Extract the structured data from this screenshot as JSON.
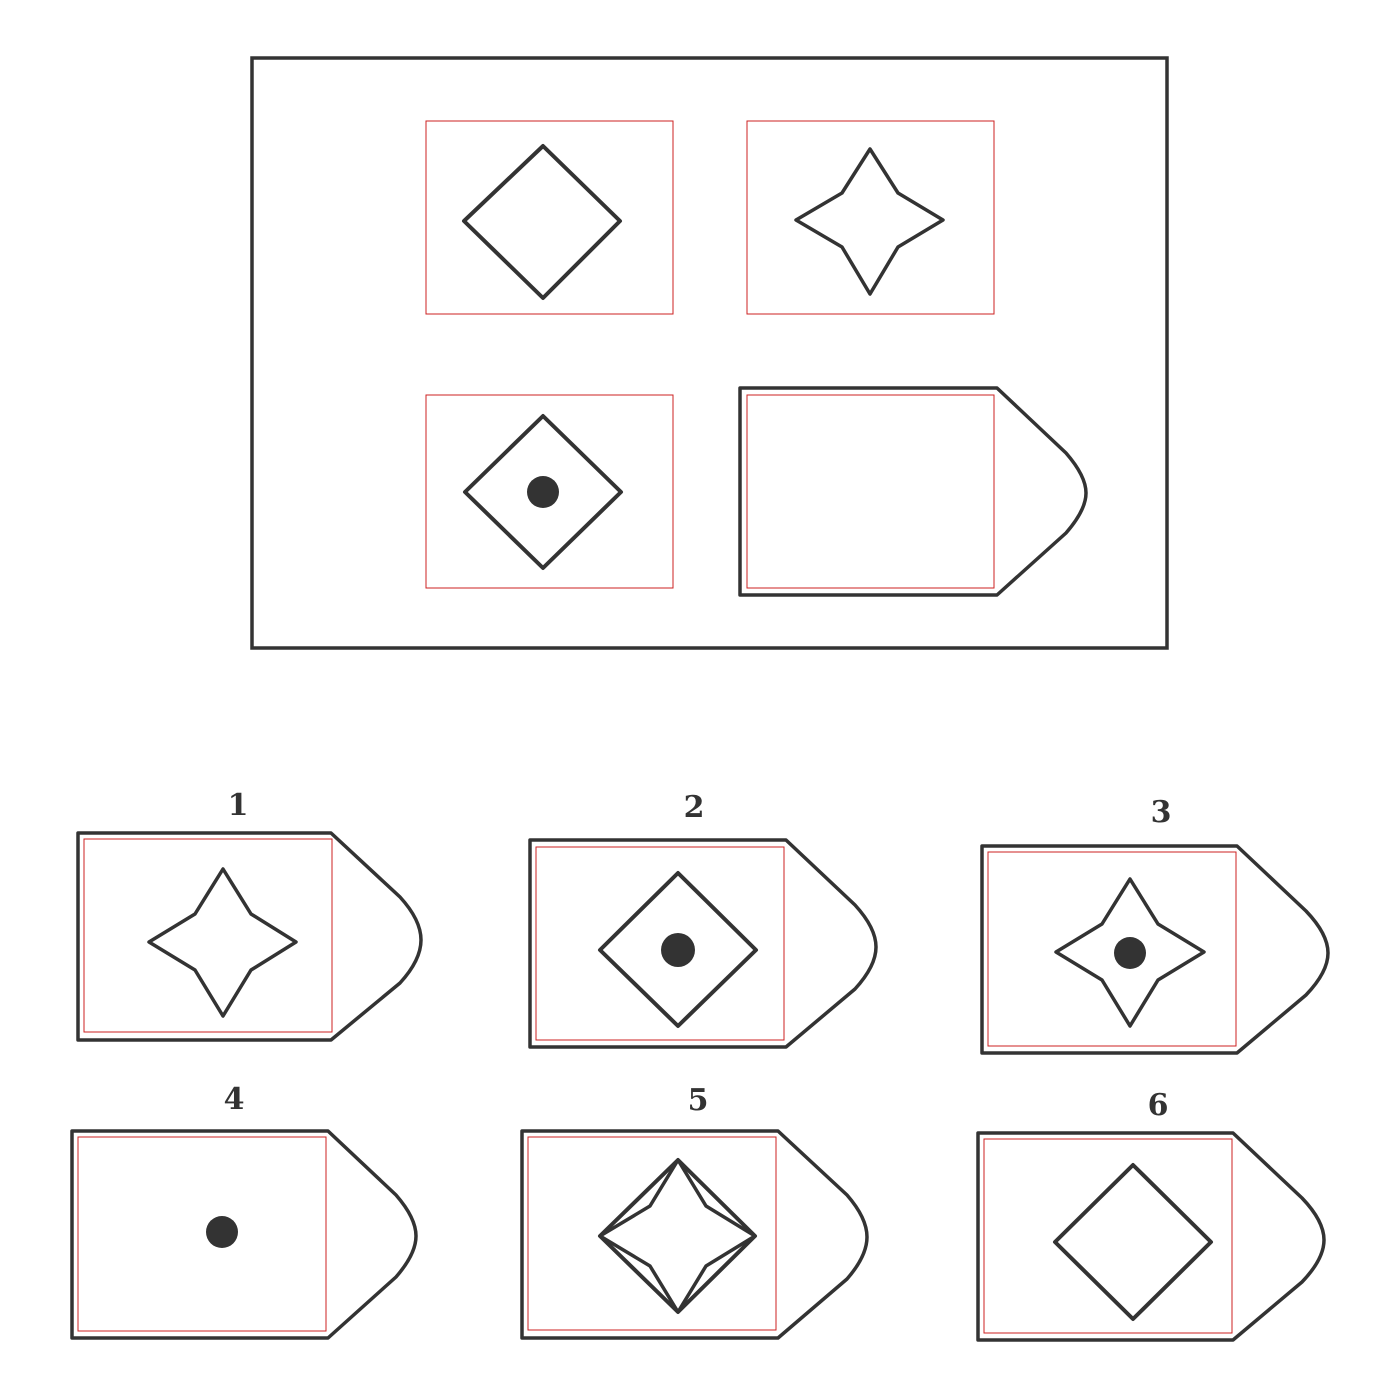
{
  "colors": {
    "ink": "#333333",
    "frame_red": "#cc2222",
    "background": "#ffffff"
  },
  "problem": {
    "cells": [
      {
        "shape": "diamond",
        "dot": false
      },
      {
        "shape": "star",
        "dot": false
      },
      {
        "shape": "diamond",
        "dot": true
      },
      {
        "shape": "missing",
        "dot": false
      }
    ]
  },
  "options": [
    {
      "label": "1",
      "shape": "star",
      "dot": false
    },
    {
      "label": "2",
      "shape": "diamond",
      "dot": true
    },
    {
      "label": "3",
      "shape": "star",
      "dot": true
    },
    {
      "label": "4",
      "shape": "none",
      "dot": true
    },
    {
      "label": "5",
      "shape": "diamond-star",
      "dot": false
    },
    {
      "label": "6",
      "shape": "diamond",
      "dot": false
    }
  ]
}
